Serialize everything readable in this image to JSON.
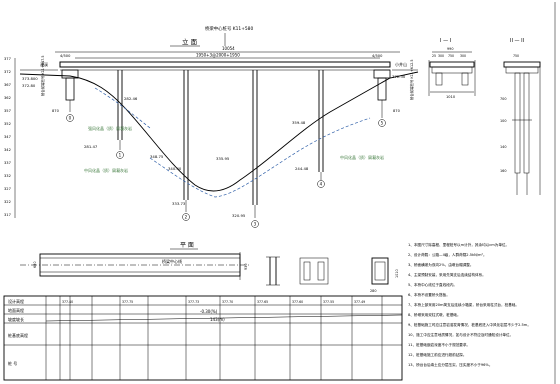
{
  "elevation_view": {
    "title": "立  面",
    "top_label": "桥梁中心桩号 K11+580",
    "total_length": "10054",
    "span_formula": "1950+3@2000+1950",
    "left_abutment_label": "桥台前端桩号 K11+547.5",
    "right_abutment_label": "桥台前端桩号 K11+612.5",
    "side_left_label": "漫溪",
    "side_right_label": "小井山",
    "dim_abut_left": "4/500",
    "dim_abut_right": "4/500",
    "dim_870_left": "870",
    "dim_870_right": "870",
    "pier_numbers": [
      "0",
      "1",
      "2",
      "3",
      "4",
      "5"
    ],
    "elev_scale": [
      "377",
      "372",
      "367",
      "362",
      "357",
      "352",
      "347",
      "342",
      "337",
      "332",
      "327",
      "322",
      "317"
    ],
    "elevations": [
      "373.800",
      "372.80",
      "282.46",
      "281.47",
      "348.75",
      "340.40",
      "335.95",
      "333.73",
      "320.95",
      "244.48",
      "359.48",
      "372.30"
    ],
    "rock_labels": [
      "强风化晶（质）屑凝灰岩",
      "中风化晶（质）屑凝灰岩",
      "中风化晶（质）屑凝灰岩"
    ]
  },
  "sections": {
    "section1_title": "I — I",
    "section2_title": "II — II",
    "section1_dims": [
      "990",
      "25",
      "300",
      "750",
      "300"
    ],
    "section1_width": "1010",
    "section2_dims": [
      "750"
    ],
    "section2_heights": [
      "700",
      "100",
      "140",
      "160"
    ]
  },
  "plan_view": {
    "title": "平  面",
    "centerline_label": "桥梁中心线",
    "dims": [
      "680",
      "930",
      "1010",
      "280"
    ]
  },
  "profile_table": {
    "row_labels": [
      "设计高程",
      "地面高程",
      "坡度坡长",
      "桩基底高程",
      "桩 号"
    ],
    "slope_text": "-0.30(%)",
    "slope_length": "143(m)",
    "values": [
      "377.40",
      "377.75",
      "377.73",
      "377.70",
      "377.65",
      "377.60",
      "377.55",
      "377.49"
    ]
  },
  "notes": {
    "lines": [
      "1、本图尺寸除高程、里程桩号以m计外，其余均以cm为单位。",
      "2、设计荷载：公路—II级，人群荷载2.5kN/m²。",
      "3、桥面横坡为双向2%，由墩台帽调整。",
      "4、主梁预制安装，采用先简支后连续结构体系。",
      "5、本桥中心线位于直线段内。",
      "6、本桥不设置桥头搭板。",
      "7、本桥上部采用20m简支后连续小箱梁，桥台采用柱式台，桩基础。",
      "8、桥墩采用双柱式墩，桩基础。",
      "9、桩基础施工时应注意岩溶发育情况，桩基底进入中风化岩层不少于2.5m。",
      "10、施工中应注意地质情况，如与设计不符应及时通知设计单位。",
      "11、桩基础嵌岩深度不小于规范要求。",
      "12、桩基础施工前应进行超前钻探。",
      "13、桥台台后填土应分层压实，压实度不小于96%。"
    ]
  }
}
